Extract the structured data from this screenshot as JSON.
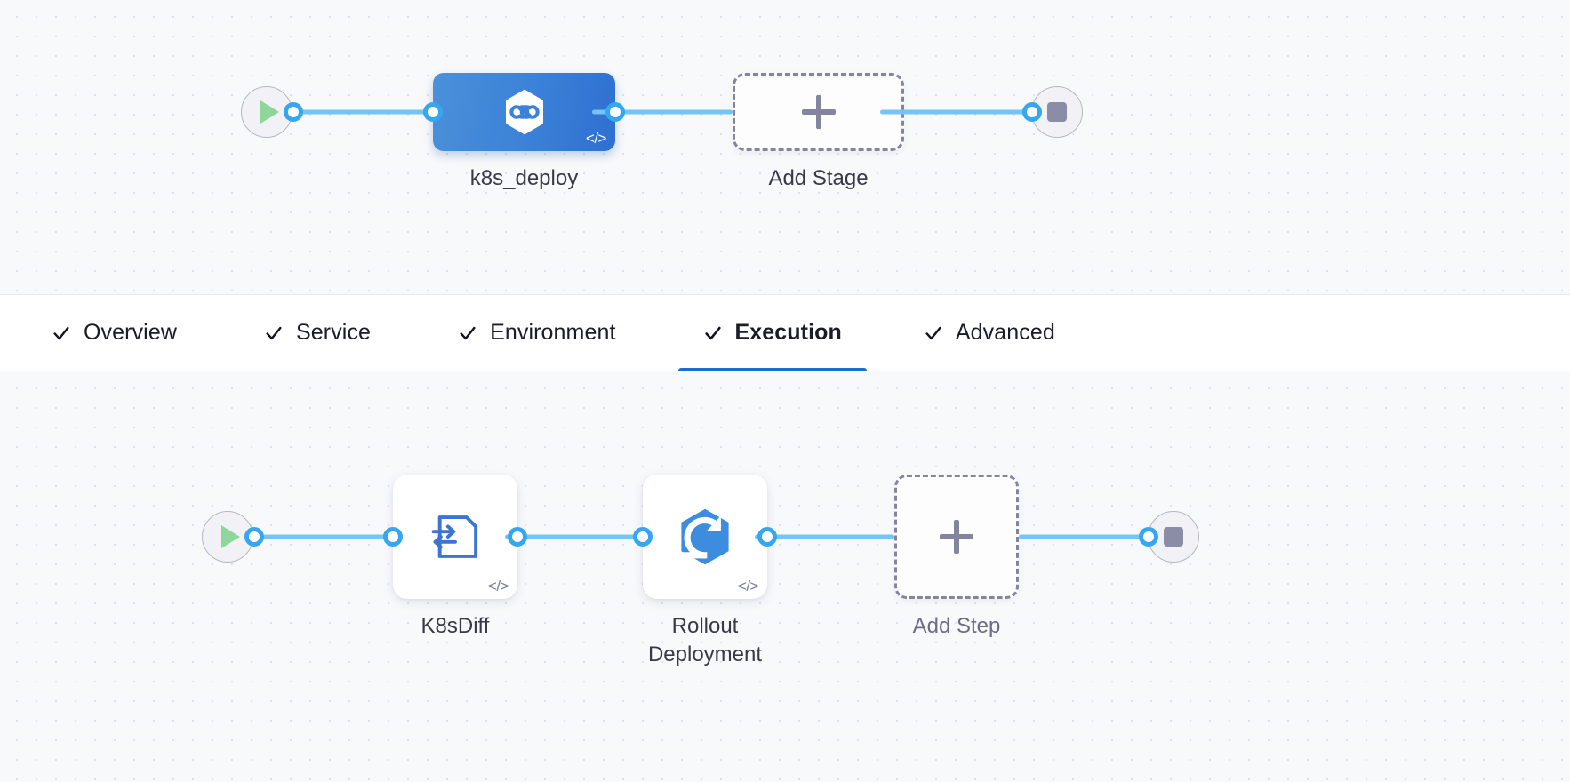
{
  "colors": {
    "canvas_bg": "#f8f9fb",
    "canvas_dot": "#dfe2ea",
    "connector": "#74c5f3",
    "connector_dot_ring": "#36a7ef",
    "stage_blue_start": "#4a90d9",
    "stage_blue_end": "#2f6fd0",
    "active_tab_underline": "#1b6dd1",
    "add_node_dash": "#8385a0",
    "start_play": "#8fd69a",
    "stop_square": "#8b8da6",
    "step_icon_blue": "#3c8de0",
    "text_primary": "#1c1c28",
    "text_muted": "#6b6d85"
  },
  "stage_graph": {
    "name": "pipeline-stages-canvas",
    "start_node": {
      "icon": "play-icon",
      "label": ""
    },
    "end_node": {
      "icon": "stop-icon",
      "label": ""
    },
    "nodes": [
      {
        "id": "k8s_deploy",
        "type": "stage",
        "label": "k8s_deploy",
        "icon": "harness-cd-hexagon-icon",
        "badge": "</>",
        "selected": true
      },
      {
        "id": "add_stage",
        "type": "add",
        "label": "Add Stage",
        "icon": "plus-icon"
      }
    ]
  },
  "tabs": {
    "name": "stage-config-tabs",
    "items": [
      {
        "label": "Overview",
        "checked": true,
        "active": false
      },
      {
        "label": "Service",
        "checked": true,
        "active": false
      },
      {
        "label": "Environment",
        "checked": true,
        "active": false
      },
      {
        "label": "Execution",
        "checked": true,
        "active": true
      },
      {
        "label": "Advanced",
        "checked": true,
        "active": false
      }
    ]
  },
  "step_graph": {
    "name": "execution-steps-canvas",
    "start_node": {
      "icon": "play-icon",
      "label": ""
    },
    "end_node": {
      "icon": "stop-icon",
      "label": ""
    },
    "nodes": [
      {
        "id": "k8s_diff",
        "type": "step",
        "label": "K8sDiff",
        "icon": "k8s-diff-document-icon",
        "badge": "</>"
      },
      {
        "id": "rollout_deployment",
        "type": "step",
        "label": "Rollout\nDeployment",
        "icon": "rollout-deployment-hexagon-icon",
        "badge": "</>"
      },
      {
        "id": "add_step",
        "type": "add",
        "label": "Add Step",
        "icon": "plus-icon"
      }
    ]
  }
}
